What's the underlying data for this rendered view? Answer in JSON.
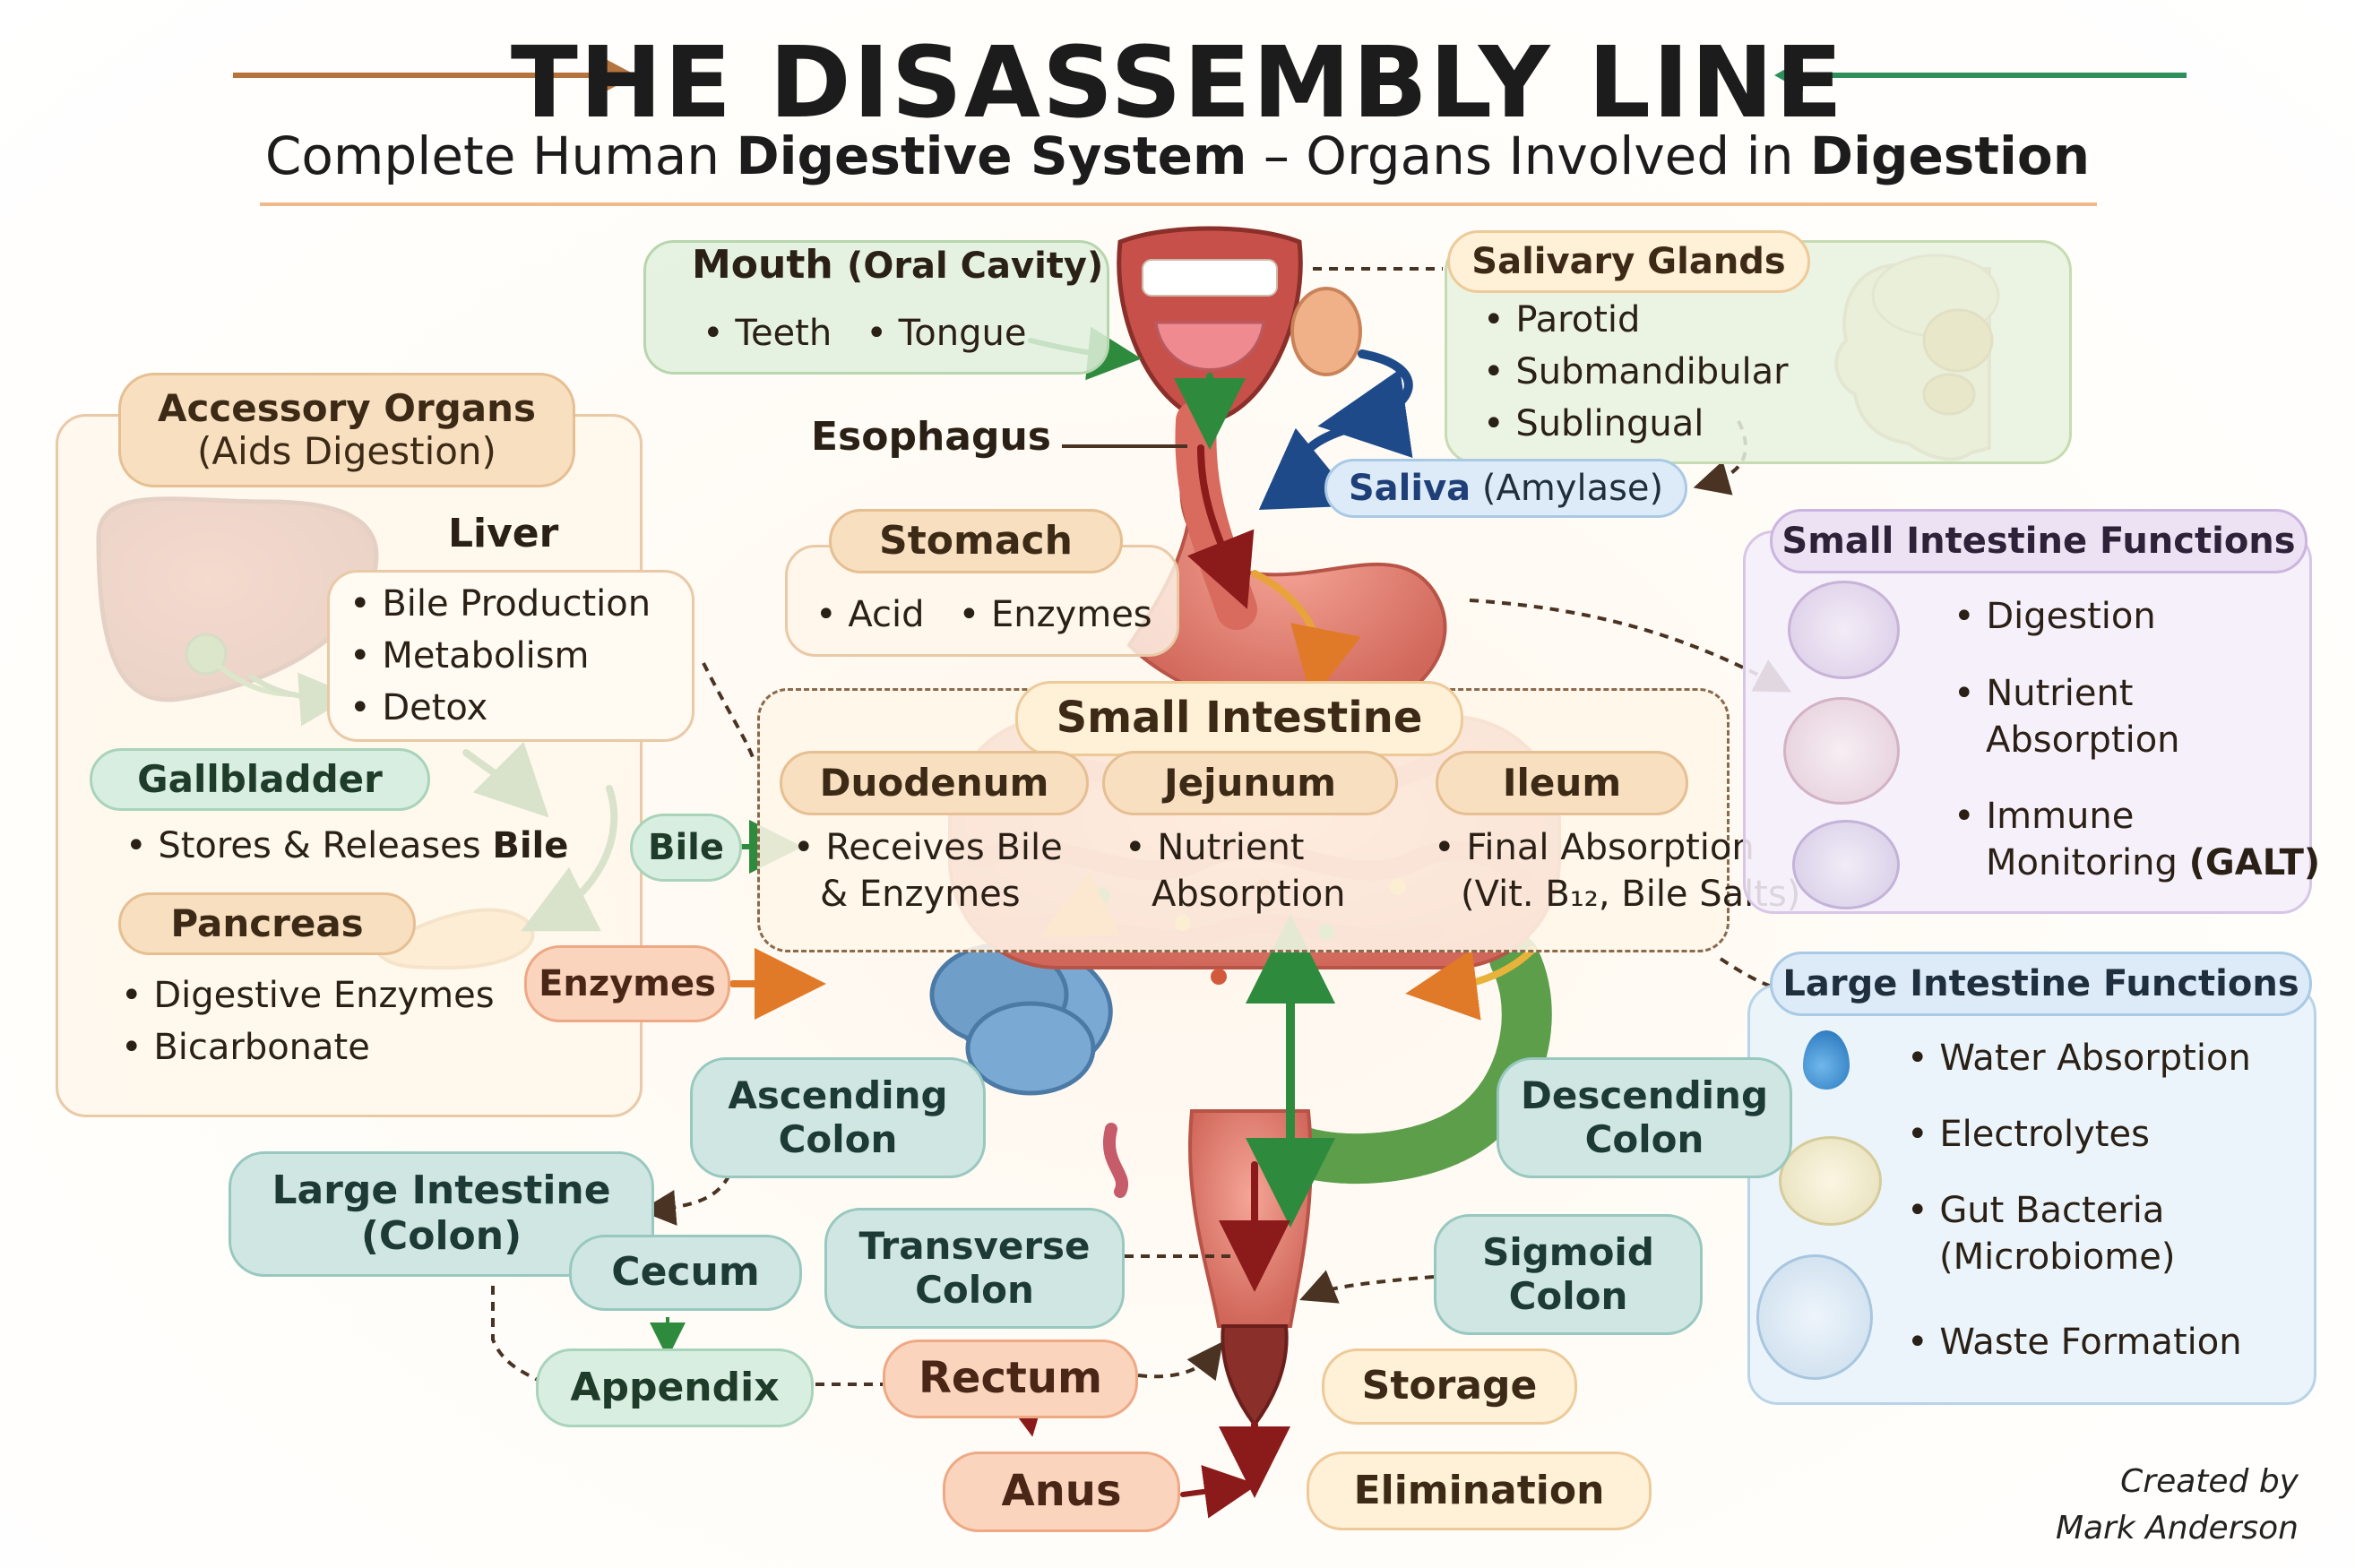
{
  "title": "THE DISASSEMBLY LINE",
  "subtitle": {
    "pre": "Complete Human ",
    "b1": "Digestive System",
    "mid": " – Organs Involved in ",
    "b2": "Digestion"
  },
  "mouth": {
    "title": "Mouth",
    "sub": "(Oral Cavity)",
    "items": [
      "Teeth",
      "Tongue"
    ]
  },
  "salivary": {
    "title": "Salivary Glands",
    "items": [
      "Parotid",
      "Submandibular",
      "Sublingual"
    ]
  },
  "saliva": {
    "label": "Saliva",
    "sub": "(Amylase)"
  },
  "esophagus": "Esophagus",
  "stomach": {
    "title": "Stomach",
    "items": [
      "Acid",
      "Enzymes"
    ]
  },
  "accessory": {
    "title": "Accessory Organs",
    "sub": "(Aids Digestion)"
  },
  "liver": {
    "title": "Liver",
    "items": [
      "Bile Production",
      "Metabolism",
      "Detox"
    ]
  },
  "gallbladder": {
    "title": "Gallbladder",
    "item_pre": "Stores & Releases ",
    "item_bold": "Bile"
  },
  "pancreas": {
    "title": "Pancreas",
    "items": [
      "Digestive Enzymes",
      "Bicarbonate"
    ]
  },
  "bile_label": "Bile",
  "enzymes_label": "Enzymes",
  "small_intestine": {
    "title": "Small Intestine",
    "duodenum": {
      "title": "Duodenum",
      "line1": "Receives Bile",
      "line2": "& Enzymes"
    },
    "jejunum": {
      "title": "Jejunum",
      "line1": "Nutrient",
      "line2": "Absorption"
    },
    "ileum": {
      "title": "Ileum",
      "line1": "Final Absorption",
      "line2": "(Vit. B₁₂, Bile Salts)"
    }
  },
  "si_functions": {
    "title": "Small Intestine Functions",
    "items": [
      {
        "line1": "Digestion",
        "line2": ""
      },
      {
        "line1": "Nutrient",
        "line2": "Absorption"
      },
      {
        "line1": "Immune",
        "line2": "Monitoring",
        "bold": "(GALT)"
      }
    ]
  },
  "li_functions": {
    "title": "Large Intestine Functions",
    "items": [
      {
        "line1": "Water Absorption",
        "line2": ""
      },
      {
        "line1": "Electrolytes",
        "line2": ""
      },
      {
        "line1": "Gut Bacteria",
        "line2": "(Microbiome)"
      },
      {
        "line1": "Waste Formation",
        "line2": ""
      }
    ]
  },
  "colon": {
    "large_title": "Large Intestine",
    "large_sub": "(Colon)",
    "ascending": "Ascending Colon",
    "descending": "Descending Colon",
    "transverse": "Transverse Colon",
    "sigmoid": "Sigmoid Colon",
    "cecum": "Cecum",
    "appendix": "Appendix"
  },
  "rectum": "Rectum",
  "anus": "Anus",
  "storage": "Storage",
  "elimination": "Elimination",
  "credit": {
    "line1": "Created by",
    "line2": "Mark Anderson"
  },
  "colors": {
    "green_arrow": "#2e8b3e",
    "red_arrow": "#8b1a1a",
    "orange_arrow": "#e07a28",
    "navy_arrow": "#1f4a8a",
    "organ": "#e88070",
    "colon_green": "#5c9e4a",
    "colon_blue": "#6f9fc8"
  }
}
